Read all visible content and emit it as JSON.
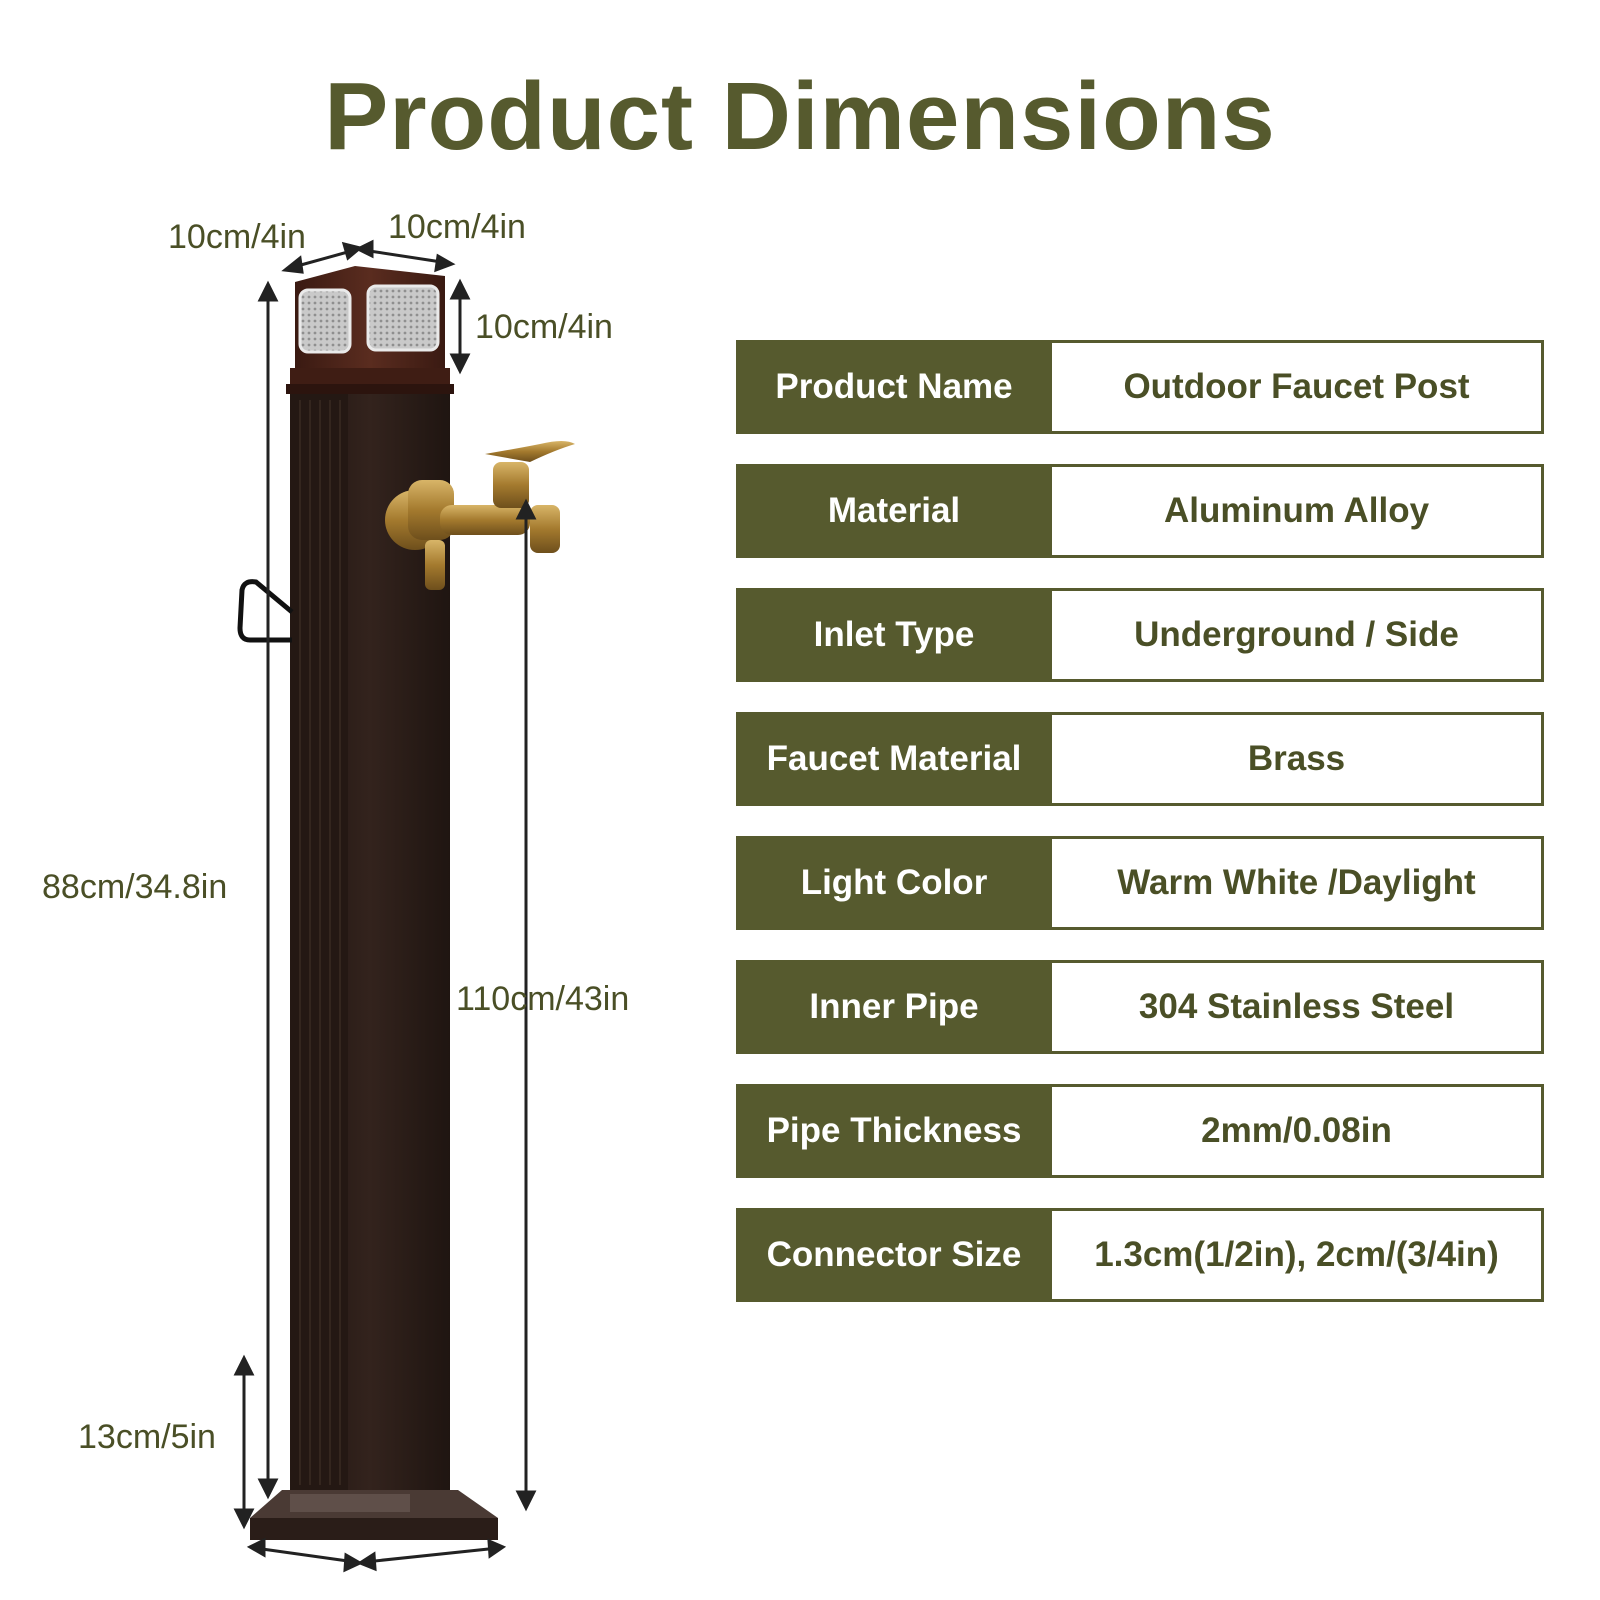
{
  "title": "Product Dimensions",
  "colors": {
    "accent": "#565a2e",
    "text": "#4a4f26",
    "post": "#2b1d18",
    "cap": "#4a2318",
    "brass": "#b8923e"
  },
  "dimensions": {
    "top_width_left": "10cm/4in",
    "top_width_right": "10cm/4in",
    "cap_height": "10cm/4in",
    "post_height": "88cm/34.8in",
    "total_height": "110cm/43in",
    "base_height": "13cm/5in"
  },
  "specs": [
    {
      "label": "Product Name",
      "value": "Outdoor Faucet Post"
    },
    {
      "label": "Material",
      "value": "Aluminum Alloy"
    },
    {
      "label": "Inlet Type",
      "value": "Underground / Side"
    },
    {
      "label": "Faucet Material",
      "value": "Brass"
    },
    {
      "label": "Light Color",
      "value": "Warm White /Daylight"
    },
    {
      "label": "Inner Pipe",
      "value": "304 Stainless Steel"
    },
    {
      "label": "Pipe Thickness",
      "value": "2mm/0.08in"
    },
    {
      "label": "Connector Size",
      "value": "1.3cm(1/2in), 2cm/(3/4in)"
    }
  ]
}
